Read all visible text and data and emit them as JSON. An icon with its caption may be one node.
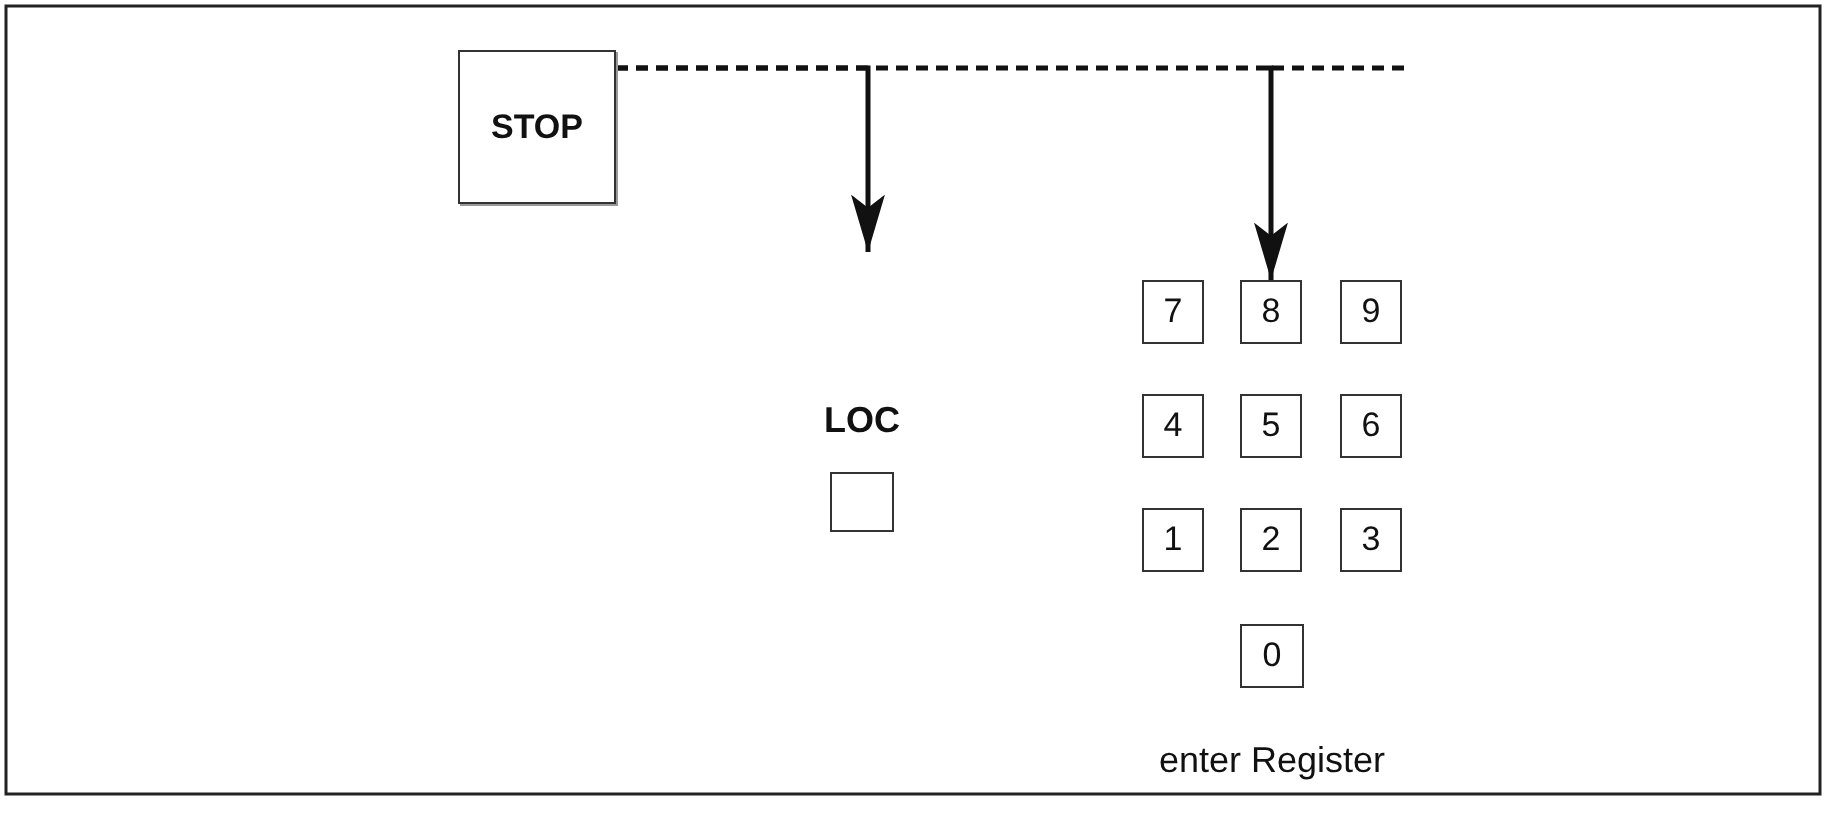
{
  "diagram": {
    "nodes": [
      {
        "text": [
          "STOP"
        ]
      },
      {
        "text": [
          "LOC"
        ]
      },
      {
        "text": [
          "7"
        ]
      },
      {
        "text": [
          "8"
        ]
      },
      {
        "text": [
          "9"
        ]
      },
      {
        "text": [
          "4"
        ]
      },
      {
        "text": [
          "5"
        ]
      },
      {
        "text": [
          "6"
        ]
      },
      {
        "text": [
          "1"
        ]
      },
      {
        "text": [
          "2"
        ]
      },
      {
        "text": [
          "3"
        ]
      },
      {
        "text": [
          "0"
        ]
      }
    ],
    "edges": [
      {
        "from": 0,
        "to": null,
        "arrow": "to",
        "style": "dashed"
      },
      {
        "from": 0,
        "to": 3,
        "arrow": "to",
        "style": "dashed"
      }
    ],
    "labels": [
      "enter Register"
    ]
  }
}
